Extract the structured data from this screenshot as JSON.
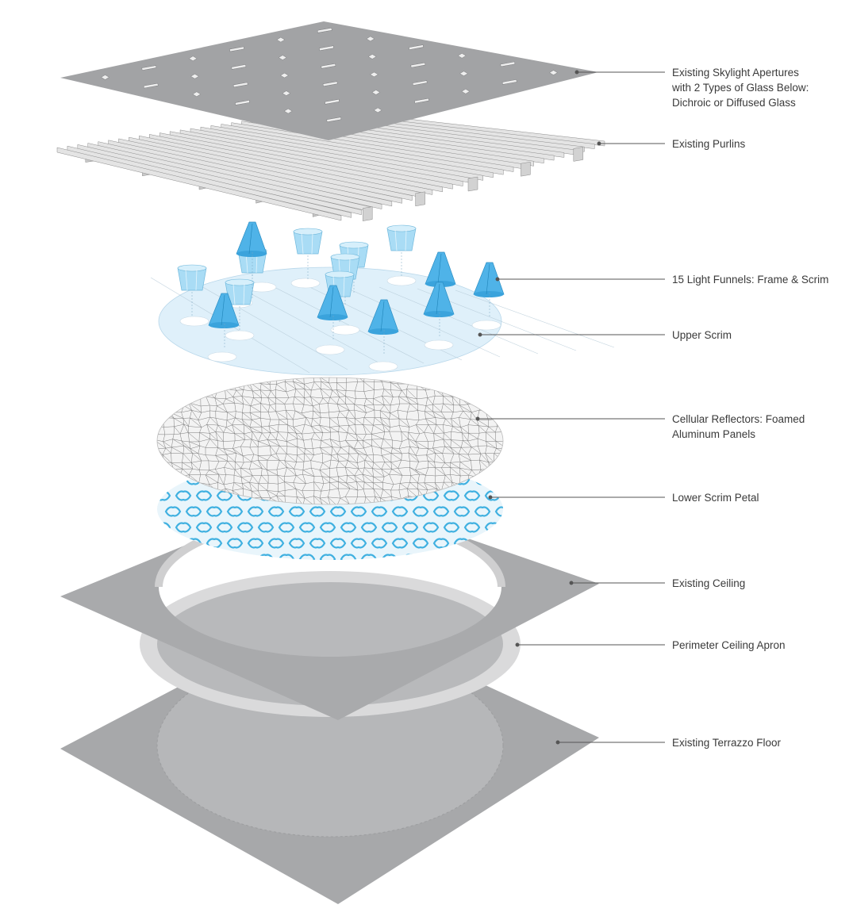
{
  "labels": {
    "skylight": [
      "Existing  Skylight Apertures",
      "with 2 Types of Glass Below:",
      "Dichroic or Diffused Glass"
    ],
    "purlins": [
      "Existing  Purlins"
    ],
    "funnels": [
      "15 Light Funnels: Frame & Scrim"
    ],
    "upper_scrim": [
      "Upper Scrim"
    ],
    "reflectors": [
      "Cellular Reflectors: Foamed",
      "Aluminum Panels"
    ],
    "lower_scrim": [
      "Lower Scrim Petal"
    ],
    "ceiling": [
      "Existing Ceiling"
    ],
    "apron": [
      "Perimeter Ceiling Apron"
    ],
    "floor": [
      "Existing Terrazzo Floor"
    ]
  },
  "colors": {
    "slab": "#a7a8aa",
    "slab_dark": "#8f9092",
    "purlin": "#dcdcdc",
    "purlin_edge": "#8c8c8c",
    "scrim_fill": "#dceffa",
    "funnel": "#56b8ea",
    "funnel_light": "#a9dcf5",
    "lower_scrim": "#45b4e4",
    "reflector_line": "#777777",
    "leader": "#555555"
  },
  "icons": {
    "leader_dot": "filled-circle"
  }
}
